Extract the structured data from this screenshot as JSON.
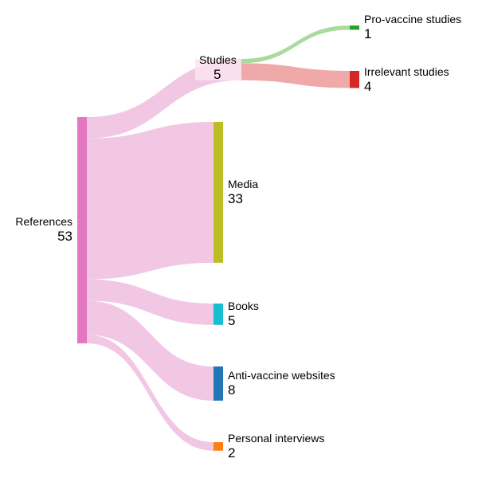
{
  "chart_data": {
    "type": "sankey",
    "unit": "",
    "nodes": [
      {
        "id": "references",
        "name": "References",
        "value": 53,
        "color": "#e377c2"
      },
      {
        "id": "studies",
        "name": "Studies",
        "value": 5,
        "color": "#f7c8e6"
      },
      {
        "id": "media",
        "name": "Media",
        "value": 33,
        "color": "#bcbd22"
      },
      {
        "id": "books",
        "name": "Books",
        "value": 5,
        "color": "#17becf"
      },
      {
        "id": "anti-vaccine-websites",
        "name": "Anti-vaccine websites",
        "value": 8,
        "color": "#1f77b4"
      },
      {
        "id": "personal-interviews",
        "name": "Personal interviews",
        "value": 2,
        "color": "#ff7f0e"
      },
      {
        "id": "pro-vaccine-studies",
        "name": "Pro-vaccine studies",
        "value": 1,
        "color": "#2ca02c"
      },
      {
        "id": "irrelevant-studies",
        "name": "Irrelevant studies",
        "value": 4,
        "color": "#d62728"
      }
    ],
    "links": [
      {
        "source": "references",
        "target": "studies",
        "value": 5,
        "color": "#f0c4e3"
      },
      {
        "source": "references",
        "target": "media",
        "value": 33,
        "color": "#f0c4e3"
      },
      {
        "source": "references",
        "target": "books",
        "value": 5,
        "color": "#f0c4e3"
      },
      {
        "source": "references",
        "target": "anti-vaccine-websites",
        "value": 8,
        "color": "#f0c4e3"
      },
      {
        "source": "references",
        "target": "personal-interviews",
        "value": 2,
        "color": "#f0c4e3"
      },
      {
        "source": "studies",
        "target": "pro-vaccine-studies",
        "value": 1,
        "color": "#a6d89a"
      },
      {
        "source": "studies",
        "target": "irrelevant-studies",
        "value": 4,
        "color": "#eea4a4"
      }
    ]
  }
}
